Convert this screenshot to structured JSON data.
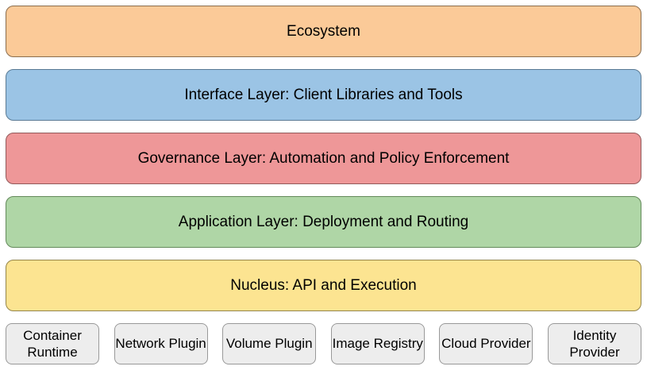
{
  "diagram": {
    "background": "#ffffff",
    "text_color": "#000000",
    "layers": [
      {
        "id": "ecosystem",
        "label": "Ecosystem",
        "fill": "#FBCA98",
        "border": "#8A6D4D"
      },
      {
        "id": "interface",
        "label": "Interface Layer: Client Libraries and Tools",
        "fill": "#9BC4E5",
        "border": "#5A7A94"
      },
      {
        "id": "governance",
        "label": "Governance Layer: Automation and Policy Enforcement",
        "fill": "#EE9798",
        "border": "#92595A"
      },
      {
        "id": "application",
        "label": "Application Layer: Deployment and Routing",
        "fill": "#AFD6A6",
        "border": "#648A5B"
      },
      {
        "id": "nucleus",
        "label": "Nucleus: API and Execution",
        "fill": "#FCE491",
        "border": "#948549"
      }
    ],
    "plugins": {
      "fill": "#EDEDED",
      "border": "#999999",
      "items": [
        {
          "label": "Container Runtime"
        },
        {
          "label": "Network Plugin"
        },
        {
          "label": "Volume Plugin"
        },
        {
          "label": "Image Registry"
        },
        {
          "label": "Cloud Provider"
        },
        {
          "label": "Identity Provider"
        }
      ]
    }
  }
}
